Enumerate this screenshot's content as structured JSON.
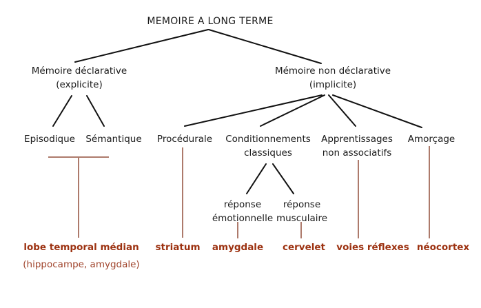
{
  "diagram": {
    "title": "MEMOIRE A LONG TERME",
    "colors": {
      "node_text": "#1a1a1a",
      "edge": "#111111",
      "connector": "#ad7a6b",
      "region_text": "#9c3110",
      "region_sub": "#a0442c"
    },
    "nodes": {
      "declarative": {
        "line1": "Mémoire déclarative",
        "line2": "(explicite)"
      },
      "nondeclarative": {
        "line1": "Mémoire non déclarative",
        "line2": "(implicite)"
      },
      "episodique": {
        "label": "Episodique"
      },
      "semantique": {
        "label": "Sémantique"
      },
      "procedurale": {
        "label": "Procédurale"
      },
      "conditionnements": {
        "line1": "Conditionnements",
        "line2": "classiques"
      },
      "apprentissages": {
        "line1": "Apprentissages",
        "line2": "non associatifs"
      },
      "amorcage": {
        "label": "Amorçage"
      },
      "reponse_emotionnelle": {
        "line1": "réponse",
        "line2": "émotionnelle"
      },
      "reponse_musculaire": {
        "line1": "réponse",
        "line2": "musculaire"
      }
    },
    "regions": {
      "lobe_temporal": {
        "label": "lobe temporal médian",
        "sublabel": "(hippocampe, amygdale)"
      },
      "striatum": {
        "label": "striatum"
      },
      "amygdale": {
        "label": "amygdale"
      },
      "cervelet": {
        "label": "cervelet"
      },
      "voies_reflexes": {
        "label": "voies réflexes"
      },
      "neocortex": {
        "label": "néocortex"
      }
    },
    "structure": {
      "root": "MEMOIRE A LONG TERME",
      "children": [
        {
          "node": "Mémoire déclarative (explicite)",
          "children": [
            "Episodique",
            "Sémantique"
          ],
          "brain_region": "lobe temporal médian (hippocampe, amygdale)"
        },
        {
          "node": "Mémoire non déclarative (implicite)",
          "children": [
            {
              "node": "Procédurale",
              "brain_region": "striatum"
            },
            {
              "node": "Conditionnements classiques",
              "children": [
                {
                  "node": "réponse émotionnelle",
                  "brain_region": "amygdale"
                },
                {
                  "node": "réponse musculaire",
                  "brain_region": "cervelet"
                }
              ]
            },
            {
              "node": "Apprentissages non associatifs",
              "brain_region": "voies réflexes"
            },
            {
              "node": "Amorçage",
              "brain_region": "néocortex"
            }
          ]
        }
      ]
    }
  }
}
